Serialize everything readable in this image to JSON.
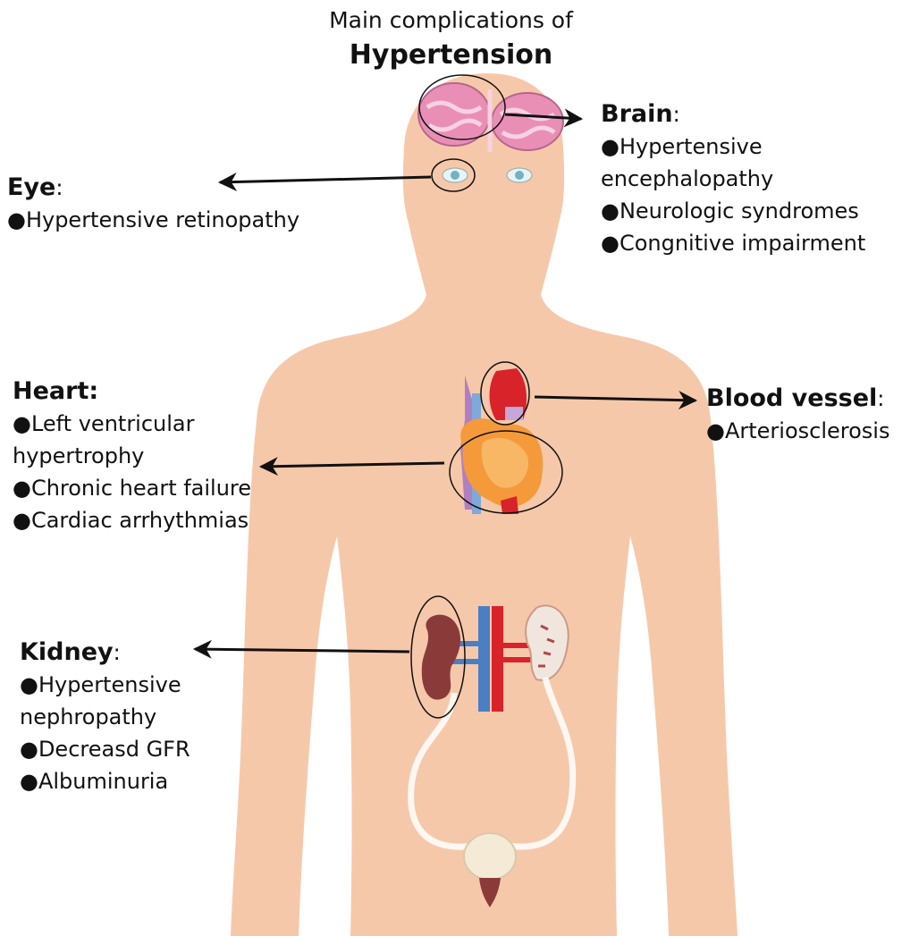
{
  "title": {
    "line1": "Main complications of",
    "line2": "Hypertension"
  },
  "colors": {
    "skin": "#f6c8aa",
    "brain": "#e98fb6",
    "heart_red": "#d8232a",
    "heart_orange": "#f59a3a",
    "vein_blue": "#4a7fc4",
    "kidney": "#8b3a3a"
  },
  "brain": {
    "heading": "Brain",
    "colon": ":",
    "items": [
      "●Hypertensive",
      "encephalopathy",
      "●Neurologic syndromes",
      "●Congnitive impairment"
    ]
  },
  "eye": {
    "heading": "Eye",
    "colon": ":",
    "items": [
      "●Hypertensive retinopathy"
    ]
  },
  "heart": {
    "heading": "Heart",
    "colon": ":",
    "items": [
      "●Left ventricular",
      "hypertrophy",
      "●Chronic heart failure",
      "●Cardiac arrhythmias"
    ]
  },
  "blood_vessel": {
    "heading": "Blood vessel",
    "colon": ":",
    "items": [
      "●Arteriosclerosis"
    ]
  },
  "kidney": {
    "heading": "Kidney",
    "colon": ":",
    "items": [
      "●Hypertensive",
      "nephropathy",
      "●Decreasd GFR",
      "●Albuminuria"
    ]
  }
}
